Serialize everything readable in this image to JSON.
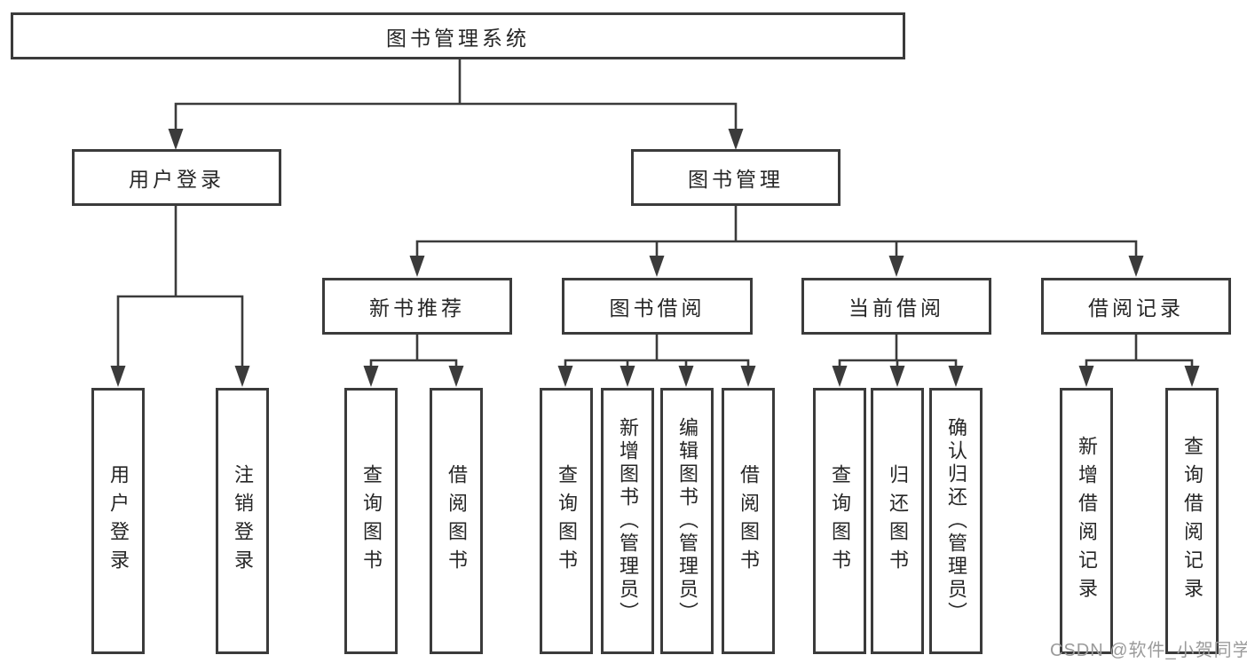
{
  "tree": {
    "label": "图书管理系统",
    "children": [
      {
        "label": "用户登录",
        "children": [
          {
            "label": "用户登录"
          },
          {
            "label": "注销登录"
          }
        ]
      },
      {
        "label": "图书管理",
        "children": [
          {
            "label": "新书推荐",
            "children": [
              {
                "label": "查询图书"
              },
              {
                "label": "借阅图书"
              }
            ]
          },
          {
            "label": "图书借阅",
            "children": [
              {
                "label": "查询图书"
              },
              {
                "label": "新增图书（管理员）"
              },
              {
                "label": "编辑图书（管理员）"
              },
              {
                "label": "借阅图书"
              }
            ]
          },
          {
            "label": "当前借阅",
            "children": [
              {
                "label": "查询图书"
              },
              {
                "label": "归还图书"
              },
              {
                "label": "确认归还（管理员）"
              }
            ]
          },
          {
            "label": "借阅记录",
            "children": [
              {
                "label": "新增借阅记录"
              },
              {
                "label": "查询借阅记录"
              }
            ]
          }
        ]
      }
    ]
  },
  "watermark": "CSDN @软件_小贺同学",
  "colors": {
    "line": "#3b3b3b",
    "box_border": "#3b3b3b",
    "box_fill": "#ffffff",
    "text": "#262626",
    "watermark": "#9b9b9b",
    "background": "#ffffff"
  }
}
